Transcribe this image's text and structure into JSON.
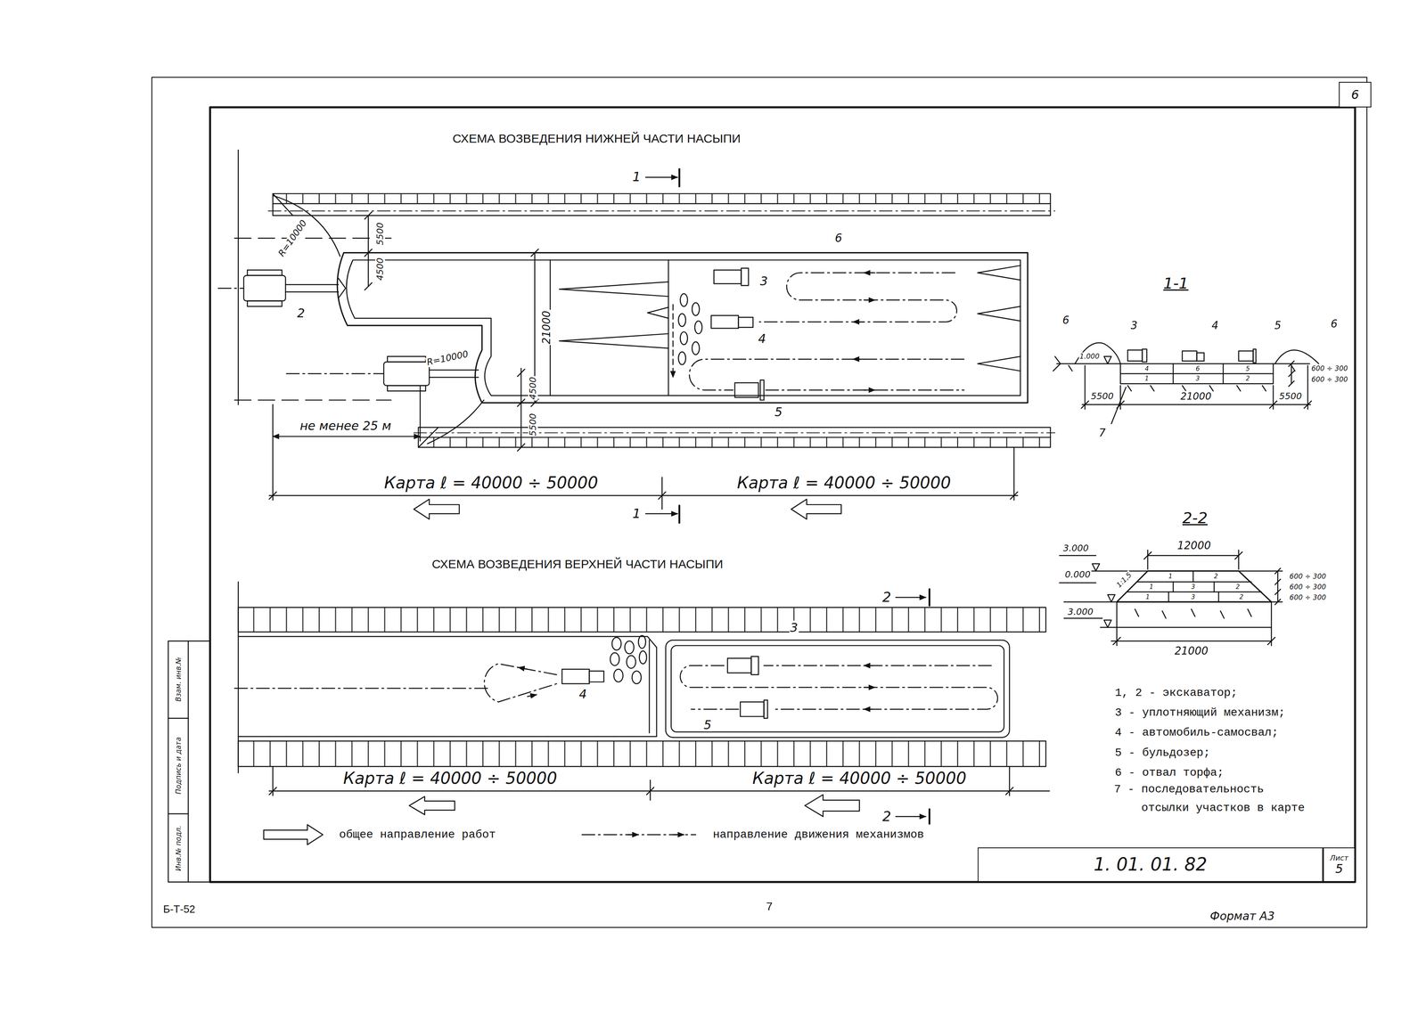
{
  "diagram": {
    "title": "СХЕМА ВОЗВЕДЕНИЯ НИЖНЕЙ ЧАСТИ НАСЫПИ",
    "nodes": [
      {
        "text": [
          "6"
        ]
      },
      {
        "text": [
          "1. 01. 01. 82"
        ]
      },
      {
        "text": [
          "Лист",
          "5"
        ]
      }
    ],
    "labels": [
      "СХЕМА ВОЗВЕДЕНИЯ ВЕРХНЕЙ ЧАСТИ НАСЫПИ",
      "1",
      "1",
      "6",
      "R=10000",
      "R=10000",
      "5500",
      "4500",
      "21000",
      "4500",
      "5500",
      "2",
      "3",
      "4",
      "5",
      "не менее 25 м",
      "Карта ℓ = 40000 ÷ 50000",
      "Карта ℓ = 40000 ÷ 50000",
      "1-1",
      "6",
      "3",
      "4",
      "5",
      "6",
      "1.000",
      "4",
      "1",
      "6",
      "3",
      "5",
      "2",
      "600 ÷ 300",
      "600 ÷ 300",
      "5500",
      "21000",
      "5500",
      "7",
      "2-2",
      "12000",
      "3.000",
      "0.000",
      "3.000",
      "1:1,5",
      "1",
      "2",
      "1",
      "3",
      "2",
      "1",
      "3",
      "2",
      "600 ÷ 300",
      "600 ÷ 300",
      "600 ÷ 300",
      "21000",
      "1, 2 - экскаватор;",
      "3 - уплотняющий механизм;",
      "4 - автомобиль-самосвал;",
      "5 - бульдозер;",
      "6 - отвал торфа;",
      "7 - последовательность отсылки участков в карте",
      "2",
      "3",
      "4",
      "5",
      "2",
      "Карта ℓ = 40000 ÷ 50000",
      "Карта ℓ = 40000 ÷ 50000",
      "Б-Т-52",
      "7",
      "Формат А3",
      "Инв.№ подл.",
      "Подпись и дата",
      "Взам. инв.№"
    ],
    "legend": [
      {
        "text": "общее направление работ"
      },
      {
        "text": "направление движения механизмов"
      }
    ]
  }
}
